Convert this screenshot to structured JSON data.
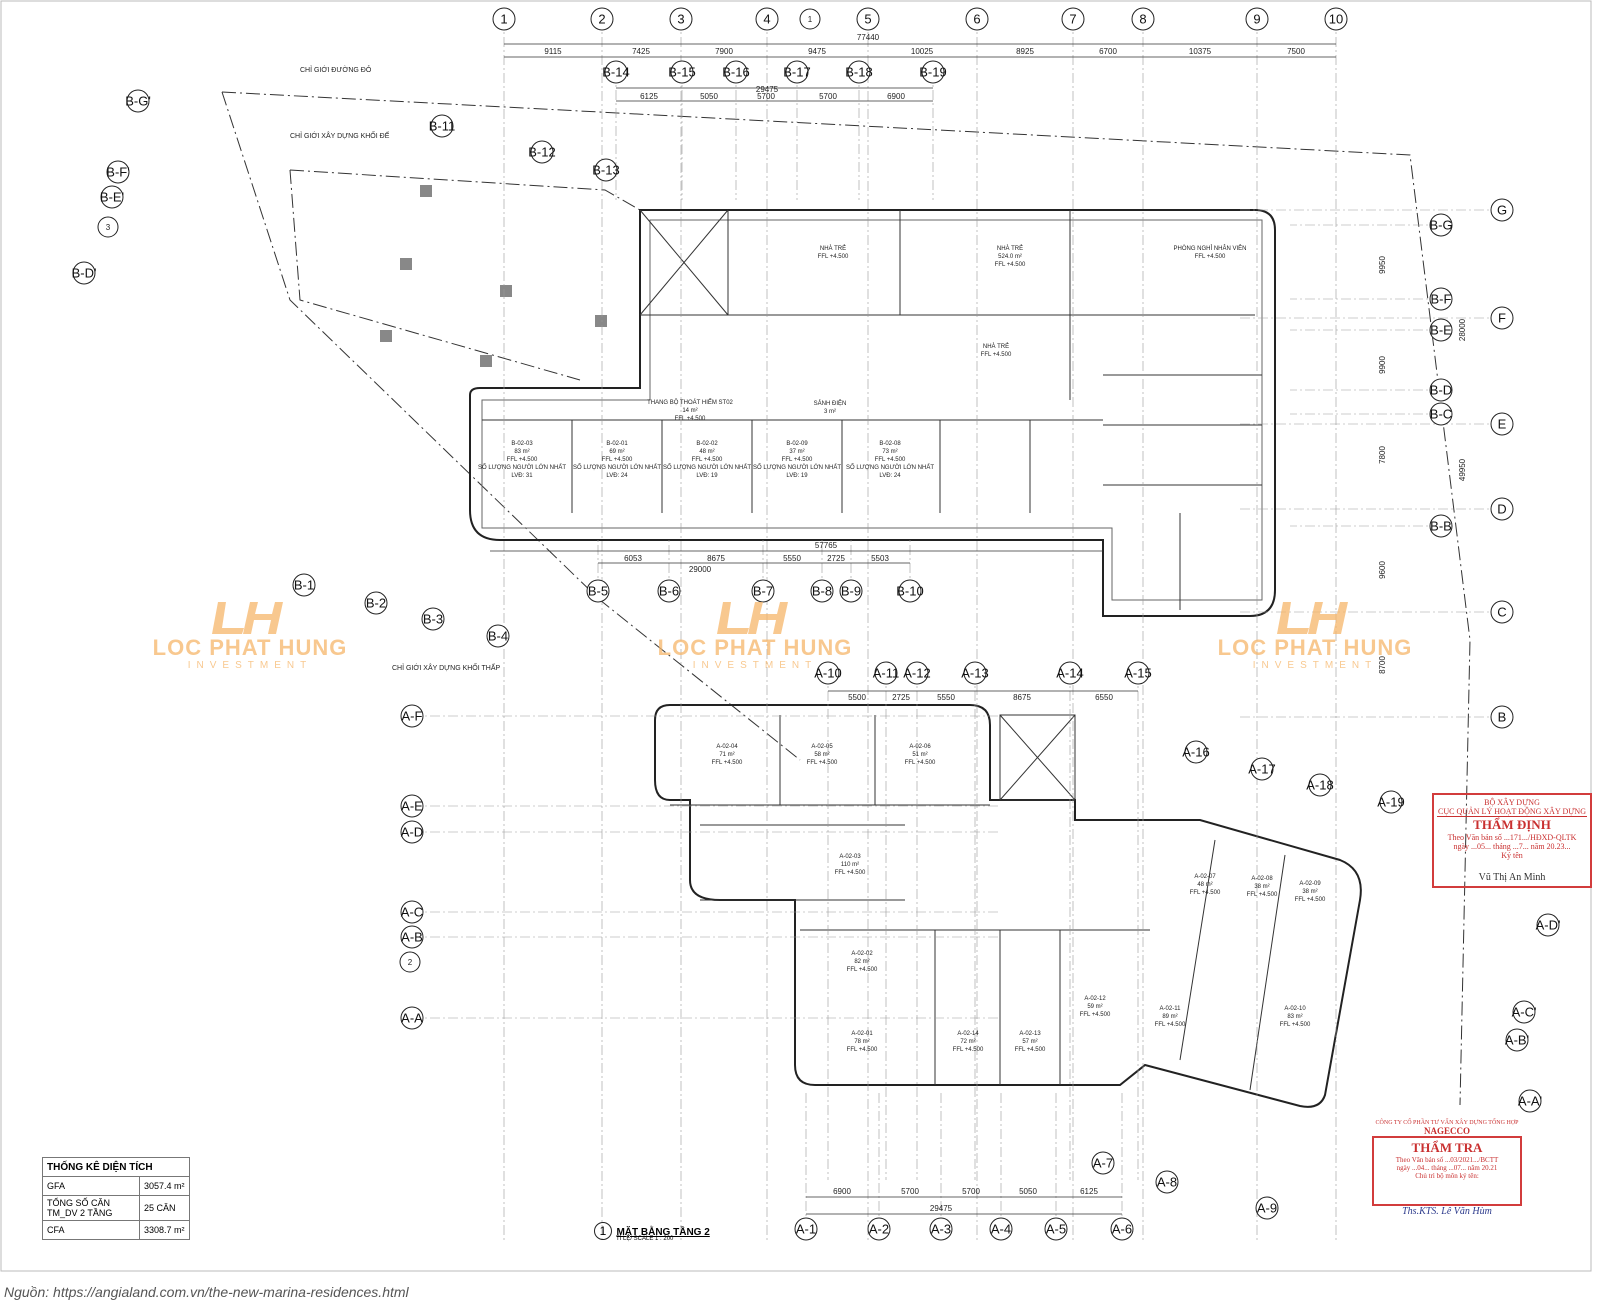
{
  "drawing": {
    "title": "MẶT BẰNG TẦNG 2",
    "scale": "TỈ LỆ/ SCALE 1 : 200",
    "title_number": "1",
    "source": "Nguồn: https://angialand.com.vn/the-new-marina-residences.html",
    "section_marker_1": "1",
    "section_marker_2": "2",
    "section_marker_3": "3"
  },
  "grid": {
    "top_columns": [
      "1",
      "2",
      "3",
      "4",
      "5",
      "6",
      "7",
      "8",
      "9",
      "10"
    ],
    "top_total": "77440",
    "top_dims": [
      "9115",
      "7425",
      "7900",
      "9475",
      "10025",
      "8925",
      "6700",
      "10375",
      "7500"
    ],
    "b_top": [
      "B-14",
      "B-15",
      "B-16",
      "B-17",
      "B-18",
      "B-19"
    ],
    "b_top_total": "29475",
    "b_top_dims": [
      "6125",
      "5050",
      "5700",
      "5700",
      "6900"
    ],
    "right_rows": [
      "G",
      "F",
      "E",
      "D",
      "C",
      "B"
    ],
    "b_right": [
      "B-G",
      "B-F",
      "B-E",
      "B-D",
      "B-C",
      "B-B"
    ],
    "b_left": [
      "B-G'",
      "B-F'",
      "B-E'",
      "B-D'",
      "B-11",
      "B-12",
      "B-13",
      "B-1",
      "B-2",
      "B-3",
      "B-4"
    ],
    "b_bottom": [
      "B-5",
      "B-6",
      "B-7",
      "B-8",
      "B-9",
      "B-10"
    ],
    "b_bottom_total_1": "57765",
    "b_bottom_total_2": "29000",
    "b_bottom_dims": [
      "6053",
      "8675",
      "5550",
      "2725",
      "5503"
    ],
    "a_top": [
      "A-10",
      "A-11",
      "A-12",
      "A-13",
      "A-14",
      "A-15"
    ],
    "a_top_dims": [
      "5500",
      "2725",
      "5550",
      "8675",
      "6550"
    ],
    "a_left": [
      "A-F",
      "A-E",
      "A-D",
      "A-C",
      "A-B",
      "A-A"
    ],
    "a_right": [
      "A-16",
      "A-17",
      "A-18",
      "A-19",
      "A-D'",
      "A-C'",
      "A-B'",
      "A-A'",
      "A-7",
      "A-8",
      "A-9"
    ],
    "a_bottom": [
      "A-1",
      "A-2",
      "A-3",
      "A-4",
      "A-5",
      "A-6"
    ],
    "a_bottom_dims": [
      "6900",
      "5700",
      "5700",
      "5050",
      "6125"
    ],
    "a_bottom_total": "29475",
    "right_dims": [
      "9950",
      "28000",
      "9900",
      "49950",
      "7800",
      "9600",
      "8700"
    ]
  },
  "boundary_labels": {
    "red_line": "CHỈ GIỚI ĐƯỜNG ĐỎ",
    "podium": "CHỈ GIỚI XÂY DỰNG KHỐI ĐẾ",
    "tower": "CHỈ GIỚI XÂY DỰNG KHỐI THẤP"
  },
  "rooms": [
    {
      "name": "NHÀ TRẺ",
      "ffl": "FFL +4.500"
    },
    {
      "name": "NHÀ TRẺ",
      "area": "524.0 m²",
      "ffl": "FFL +4.500"
    },
    {
      "name": "PHÒNG NGHỈ NHÂN VIÊN",
      "ffl": "FFL +4.500"
    },
    {
      "name": "NHÀ TRẺ",
      "ffl": "FFL +4.500"
    },
    {
      "name": "SẢNH ĐIỆN",
      "area": "3 m²"
    },
    {
      "name": "THANG BỘ THOÁT HIỂM ST02",
      "area": "14 m²",
      "ffl": "FFL +4.500"
    },
    {
      "name": "B-02-03",
      "area": "83 m²",
      "ffl": "FFL +4.500",
      "occupancy": "SỐ LƯỢNG NGƯỜI LỚN NHẤT",
      "lvd": "LVĐ: 31"
    },
    {
      "name": "B-02-01",
      "area": "69 m²",
      "ffl": "FFL +4.500",
      "occupancy": "SỐ LƯỢNG NGƯỜI LỚN NHẤT",
      "lvd": "LVĐ: 24"
    },
    {
      "name": "B-02-02",
      "area": "48 m²",
      "ffl": "FFL +4.500",
      "occupancy": "SỐ LƯỢNG NGƯỜI LỚN NHẤT",
      "lvd": "LVĐ: 19"
    },
    {
      "name": "B-02-09",
      "area": "37 m²",
      "ffl": "FFL +4.500",
      "occupancy": "SỐ LƯỢNG NGƯỜI LỚN NHẤT",
      "lvd": "LVĐ: 19"
    },
    {
      "name": "B-02-08",
      "area": "73 m²",
      "ffl": "FFL +4.500",
      "occupancy": "SỐ LƯỢNG NGƯỜI LỚN NHẤT",
      "lvd": "LVĐ: 24"
    },
    {
      "name": "A-02-04",
      "area": "71 m²",
      "ffl": "FFL +4.500"
    },
    {
      "name": "A-02-05",
      "area": "58 m²",
      "ffl": "FFL +4.500"
    },
    {
      "name": "A-02-06",
      "area": "51 m²",
      "ffl": "FFL +4.500"
    },
    {
      "name": "A-02-03",
      "area": "110 m²",
      "ffl": "FFL +4.500"
    },
    {
      "name": "A-02-02",
      "area": "82 m²",
      "ffl": "FFL +4.500"
    },
    {
      "name": "A-02-01",
      "area": "78 m²",
      "ffl": "FFL +4.500"
    },
    {
      "name": "A-02-14",
      "area": "72 m²",
      "ffl": "FFL +4.500"
    },
    {
      "name": "A-02-13",
      "area": "57 m²",
      "ffl": "FFL +4.500"
    },
    {
      "name": "A-02-12",
      "area": "59 m²",
      "ffl": "FFL +4.500"
    },
    {
      "name": "A-02-11",
      "area": "89 m²",
      "ffl": "FFL +4.500"
    },
    {
      "name": "A-02-10",
      "area": "83 m²",
      "ffl": "FFL +4.500"
    },
    {
      "name": "A-02-07",
      "area": "48 m²",
      "ffl": "FFL +4.500"
    },
    {
      "name": "A-02-08",
      "area": "38 m²",
      "ffl": "FFL +4.500"
    },
    {
      "name": "A-02-09",
      "area": "38 m²",
      "ffl": "FFL +4.500"
    }
  ],
  "area_table": {
    "header": "THỐNG KÊ DIỆN TÍCH",
    "rows": [
      {
        "label": "GFA",
        "value": "3057.4 m²"
      },
      {
        "label": "TỔNG SỐ CĂN TM_DV 2 TẦNG",
        "value": "25 CĂN"
      },
      {
        "label": "CFA",
        "value": "3308.7 m²"
      }
    ]
  },
  "watermark": {
    "logo": "LH",
    "name": "LOC PHAT HUNG",
    "sub": "INVESTMENT"
  },
  "stamps": {
    "ministry": {
      "line1": "BỘ XÂY DỰNG",
      "line2": "CỤC QUẢN LÝ HOẠT ĐỘNG XÂY DỰNG",
      "title": "THẨM ĐỊNH",
      "doc": "Theo Văn bản số ...171.../HĐXD-QLTK",
      "date": "ngày ...05... tháng ...7... năm 20.23...",
      "sign": "Ký tên",
      "signer": "Vũ Thị An Minh"
    },
    "nagecco": {
      "company": "CÔNG TY CỔ PHẦN TƯ VẤN XÂY DỰNG TỔNG HỢP",
      "short": "NAGECCO",
      "title": "THẨM TRA",
      "doc": "Theo Văn bản số ...03/2021.../BCTT",
      "date": "ngày ...04... tháng ...07... năm 20.21",
      "sign": "Chủ trì bộ môn ký tên:",
      "signer": "Ths.KTS. Lê Văn Hùm"
    }
  },
  "colors": {
    "line": "#222222",
    "watermark": "#f6b66a",
    "stamp": "#c93030",
    "ink": "#2c3a8c"
  }
}
